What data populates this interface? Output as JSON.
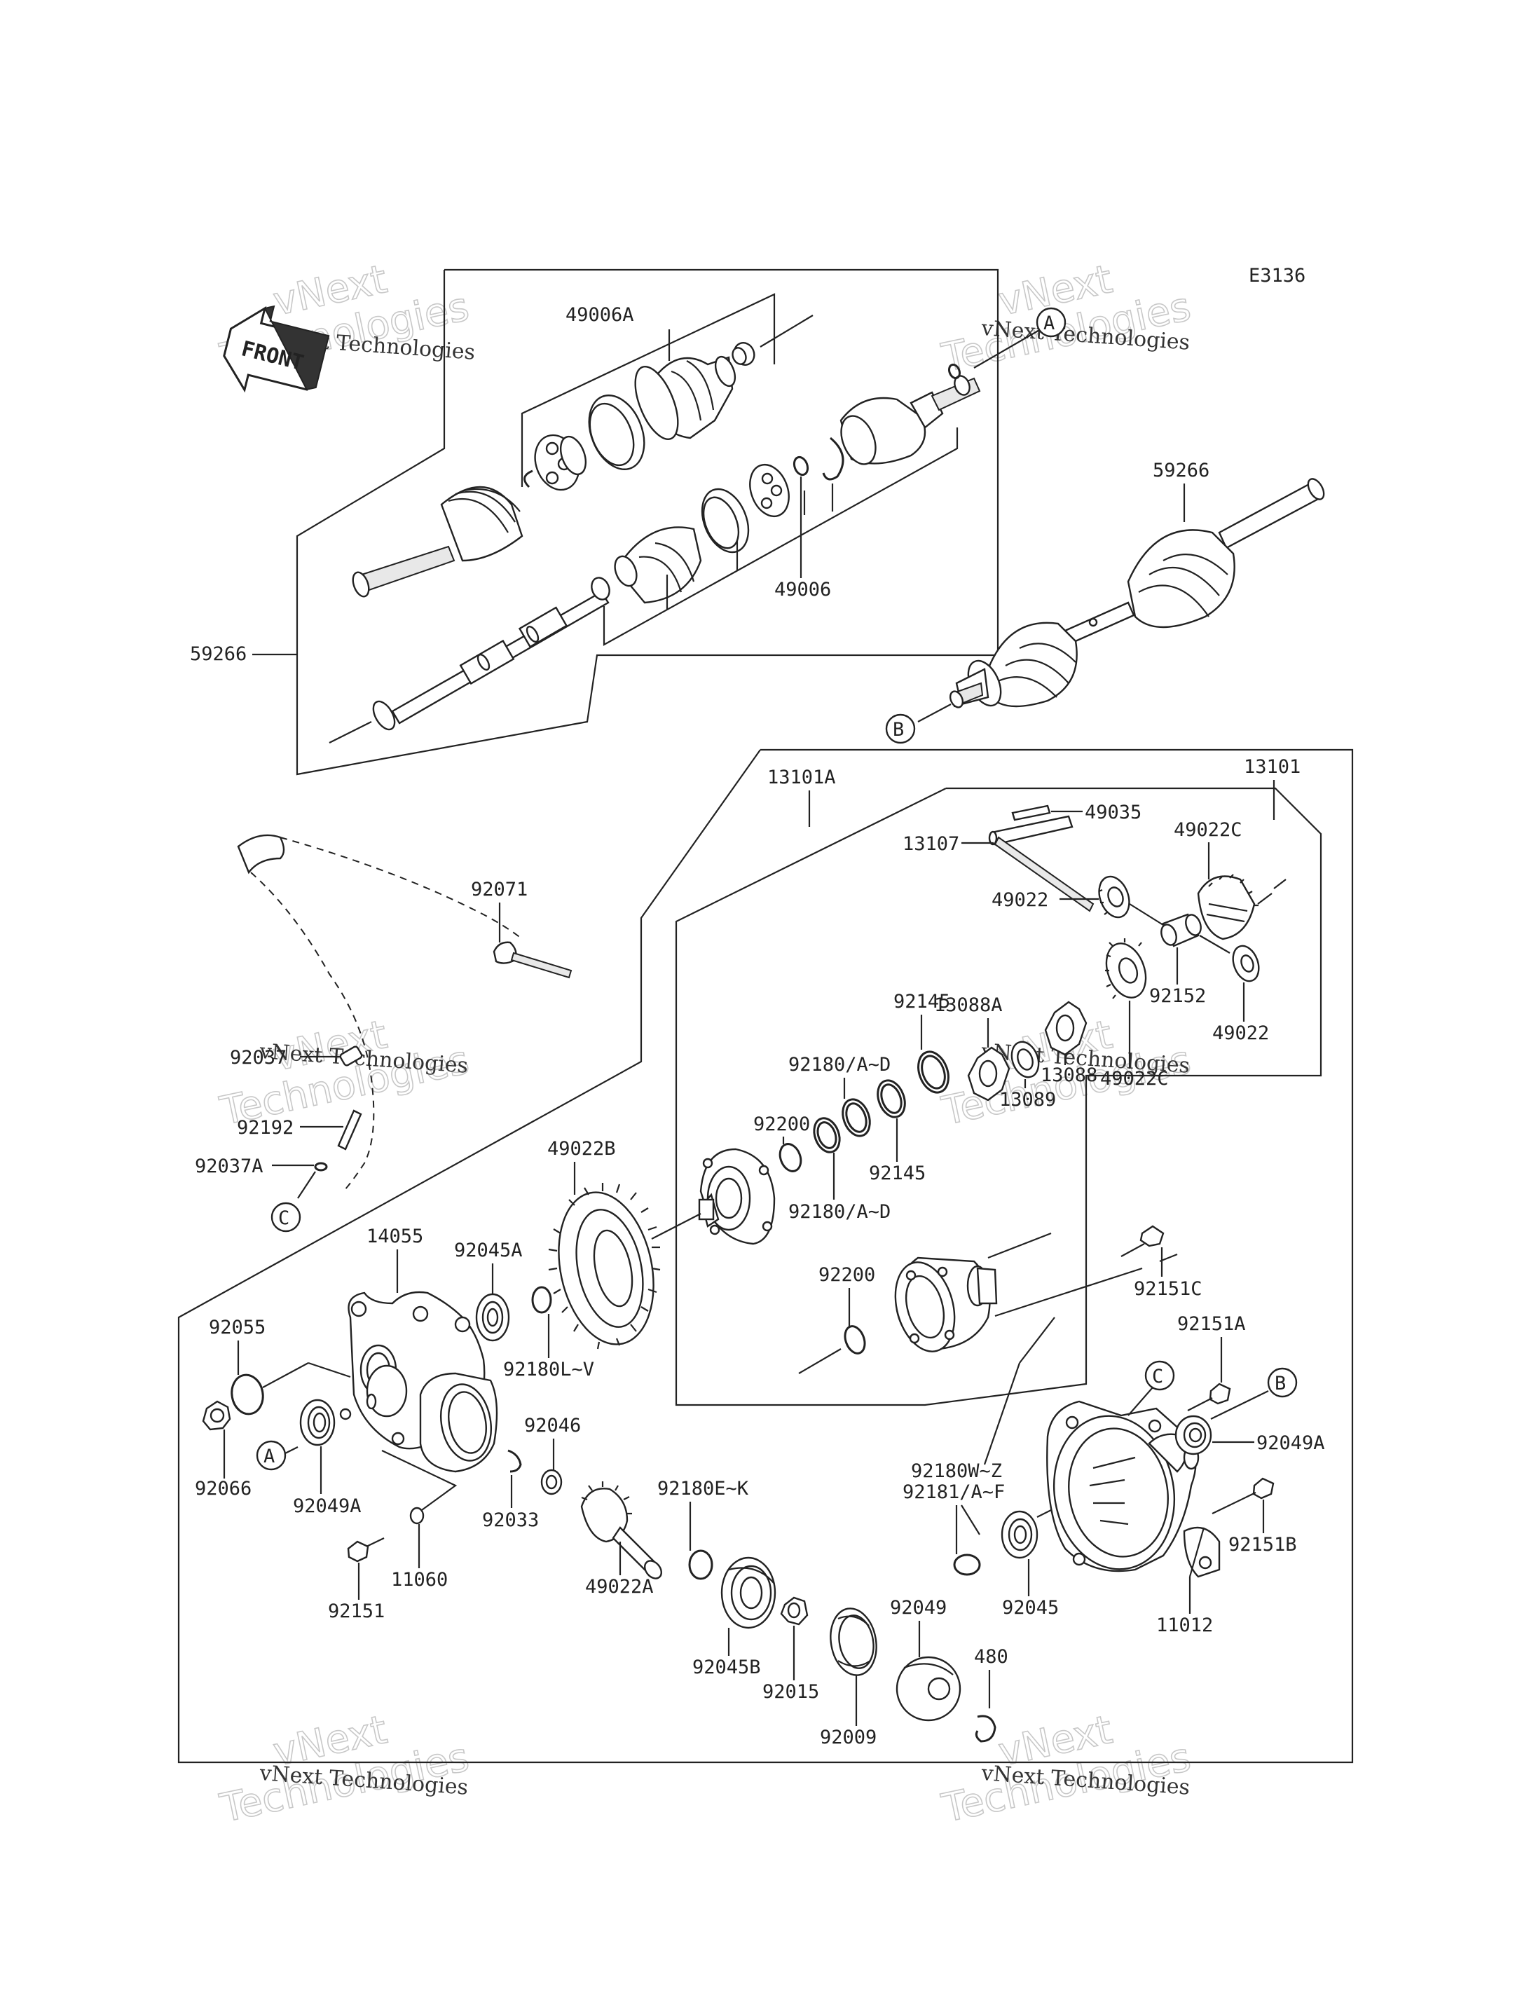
{
  "drawing_code": "E3136",
  "front_label": "FRONT",
  "watermark": {
    "line1": "vNext",
    "line2": "Technologies",
    "caption": "vNext Technologies"
  },
  "callouts": {
    "A": "A",
    "B": "B",
    "C": "C"
  },
  "parts": {
    "p49006A": "49006A",
    "p49006": "49006",
    "p59266_left": "59266",
    "p59266_right": "59266",
    "p13101A": "13101A",
    "p13101": "13101",
    "p49035": "49035",
    "p13107": "13107",
    "p49022C_top": "49022C",
    "p49022_a": "49022",
    "p92152": "92152",
    "p49022_b": "49022",
    "p13088A": "13088A",
    "p49022C_mid": "49022C",
    "p13088": "13088",
    "p13089": "13089",
    "p92145_top": "92145",
    "p92145_bot": "92145",
    "p92180AD_top": "92180/A~D",
    "p92180AD_bot": "92180/A~D",
    "p92200_top": "92200",
    "p92200_mid": "92200",
    "p92071": "92071",
    "p92037": "92037",
    "p92192": "92192",
    "p92037A": "92037A",
    "p49022B": "49022B",
    "p14055": "14055",
    "p92045A": "92045A",
    "p92055": "92055",
    "p92180LV": "92180L~V",
    "p92151C": "92151C",
    "p92151A": "92151A",
    "p92049A_right": "92049A",
    "p92066": "92066",
    "p92049A_left": "92049A",
    "p92046": "92046",
    "p92033": "92033",
    "p92151": "92151",
    "p11060": "11060",
    "p92180EK": "92180E~K",
    "p49022A": "49022A",
    "p92180WZ": "92180W~Z",
    "p92181AF": "92181/A~F",
    "p92151B": "92151B",
    "p92045B": "92045B",
    "p92015": "92015",
    "p92049": "92049",
    "p92045": "92045",
    "p11012": "11012",
    "p480": "480",
    "p92009": "92009"
  }
}
